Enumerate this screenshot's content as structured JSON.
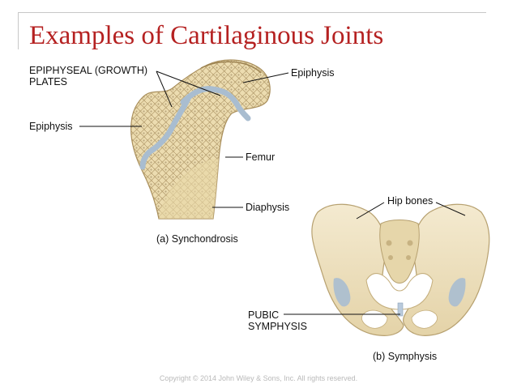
{
  "slide": {
    "title": "Examples of Cartilaginous Joints",
    "footer": "Copyright © 2014 John Wiley & Sons, Inc. All rights reserved."
  },
  "labels": {
    "epiphyseal_line1": "EPIPHYSEAL (GROWTH)",
    "epiphyseal_line2": "PLATES",
    "epiphysis_right": "Epiphysis",
    "epiphysis_left": "Epiphysis",
    "femur": "Femur",
    "diaphysis": "Diaphysis",
    "caption_a": "(a) Synchondrosis",
    "hip_bones": "Hip bones",
    "pubic_line1": "PUBIC",
    "pubic_line2": "SYMPHYSIS",
    "caption_b": "(b) Symphysis"
  },
  "colors": {
    "title": "#b52121",
    "bone": "#e9dbb2",
    "cartilage": "#a9bdd0",
    "leader": "#111111"
  }
}
